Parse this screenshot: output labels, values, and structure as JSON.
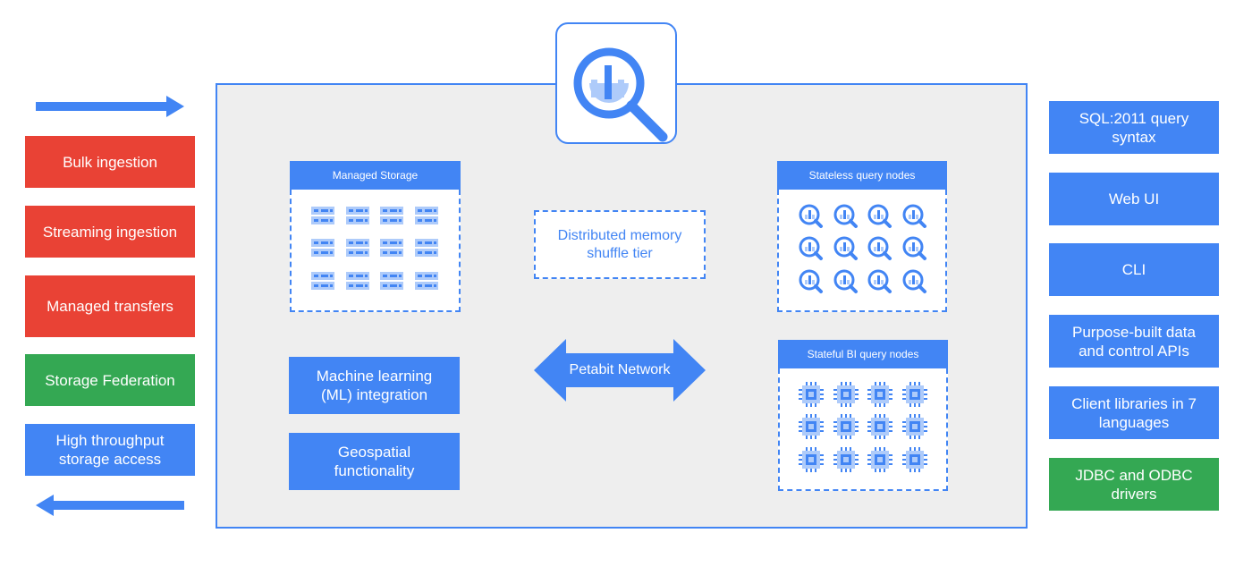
{
  "left_column": {
    "items": [
      {
        "label": "Bulk ingestion",
        "color": "#e94235"
      },
      {
        "label": "Streaming ingestion",
        "color": "#e94235"
      },
      {
        "label": "Managed transfers",
        "color": "#e94235"
      },
      {
        "label": "Storage Federation",
        "color": "#34a853"
      },
      {
        "label": "High throughput\nstorage access",
        "color": "#4285f4"
      }
    ]
  },
  "right_column": {
    "items": [
      {
        "label": "SQL:2011 query\nsyntax",
        "color": "#4285f4"
      },
      {
        "label": "Web UI",
        "color": "#4285f4"
      },
      {
        "label": "CLI",
        "color": "#4285f4"
      },
      {
        "label": "Purpose-built data\nand control APIs",
        "color": "#4285f4"
      },
      {
        "label": "Client libraries in 7\nlanguages",
        "color": "#4285f4"
      },
      {
        "label": "JDBC and ODBC\ndrivers",
        "color": "#34a853"
      }
    ]
  },
  "center": {
    "managed_storage": {
      "label": "Managed Storage",
      "icon": "server-icon"
    },
    "stateless_nodes": {
      "label": "Stateless query nodes",
      "icon": "bigquery-icon"
    },
    "stateful_nodes": {
      "label": "Stateful BI query nodes",
      "icon": "cpu-chip-icon"
    },
    "shuffle_tier": {
      "label": "Distributed memory\nshuffle tier"
    },
    "network": {
      "label": "Petabit Network"
    },
    "ml": {
      "label": "Machine learning\n(ML) integration"
    },
    "geo": {
      "label": "Geospatial\nfunctionality"
    }
  },
  "logo": {
    "icon": "bigquery-logo-icon"
  },
  "arrows": {
    "top": "arrow-right-icon",
    "bottom": "arrow-left-icon"
  },
  "colors": {
    "blue": "#4285f4",
    "light_blue": "#aecbfa",
    "red": "#e94235",
    "green": "#34a853",
    "panel": "#eeeeee"
  }
}
